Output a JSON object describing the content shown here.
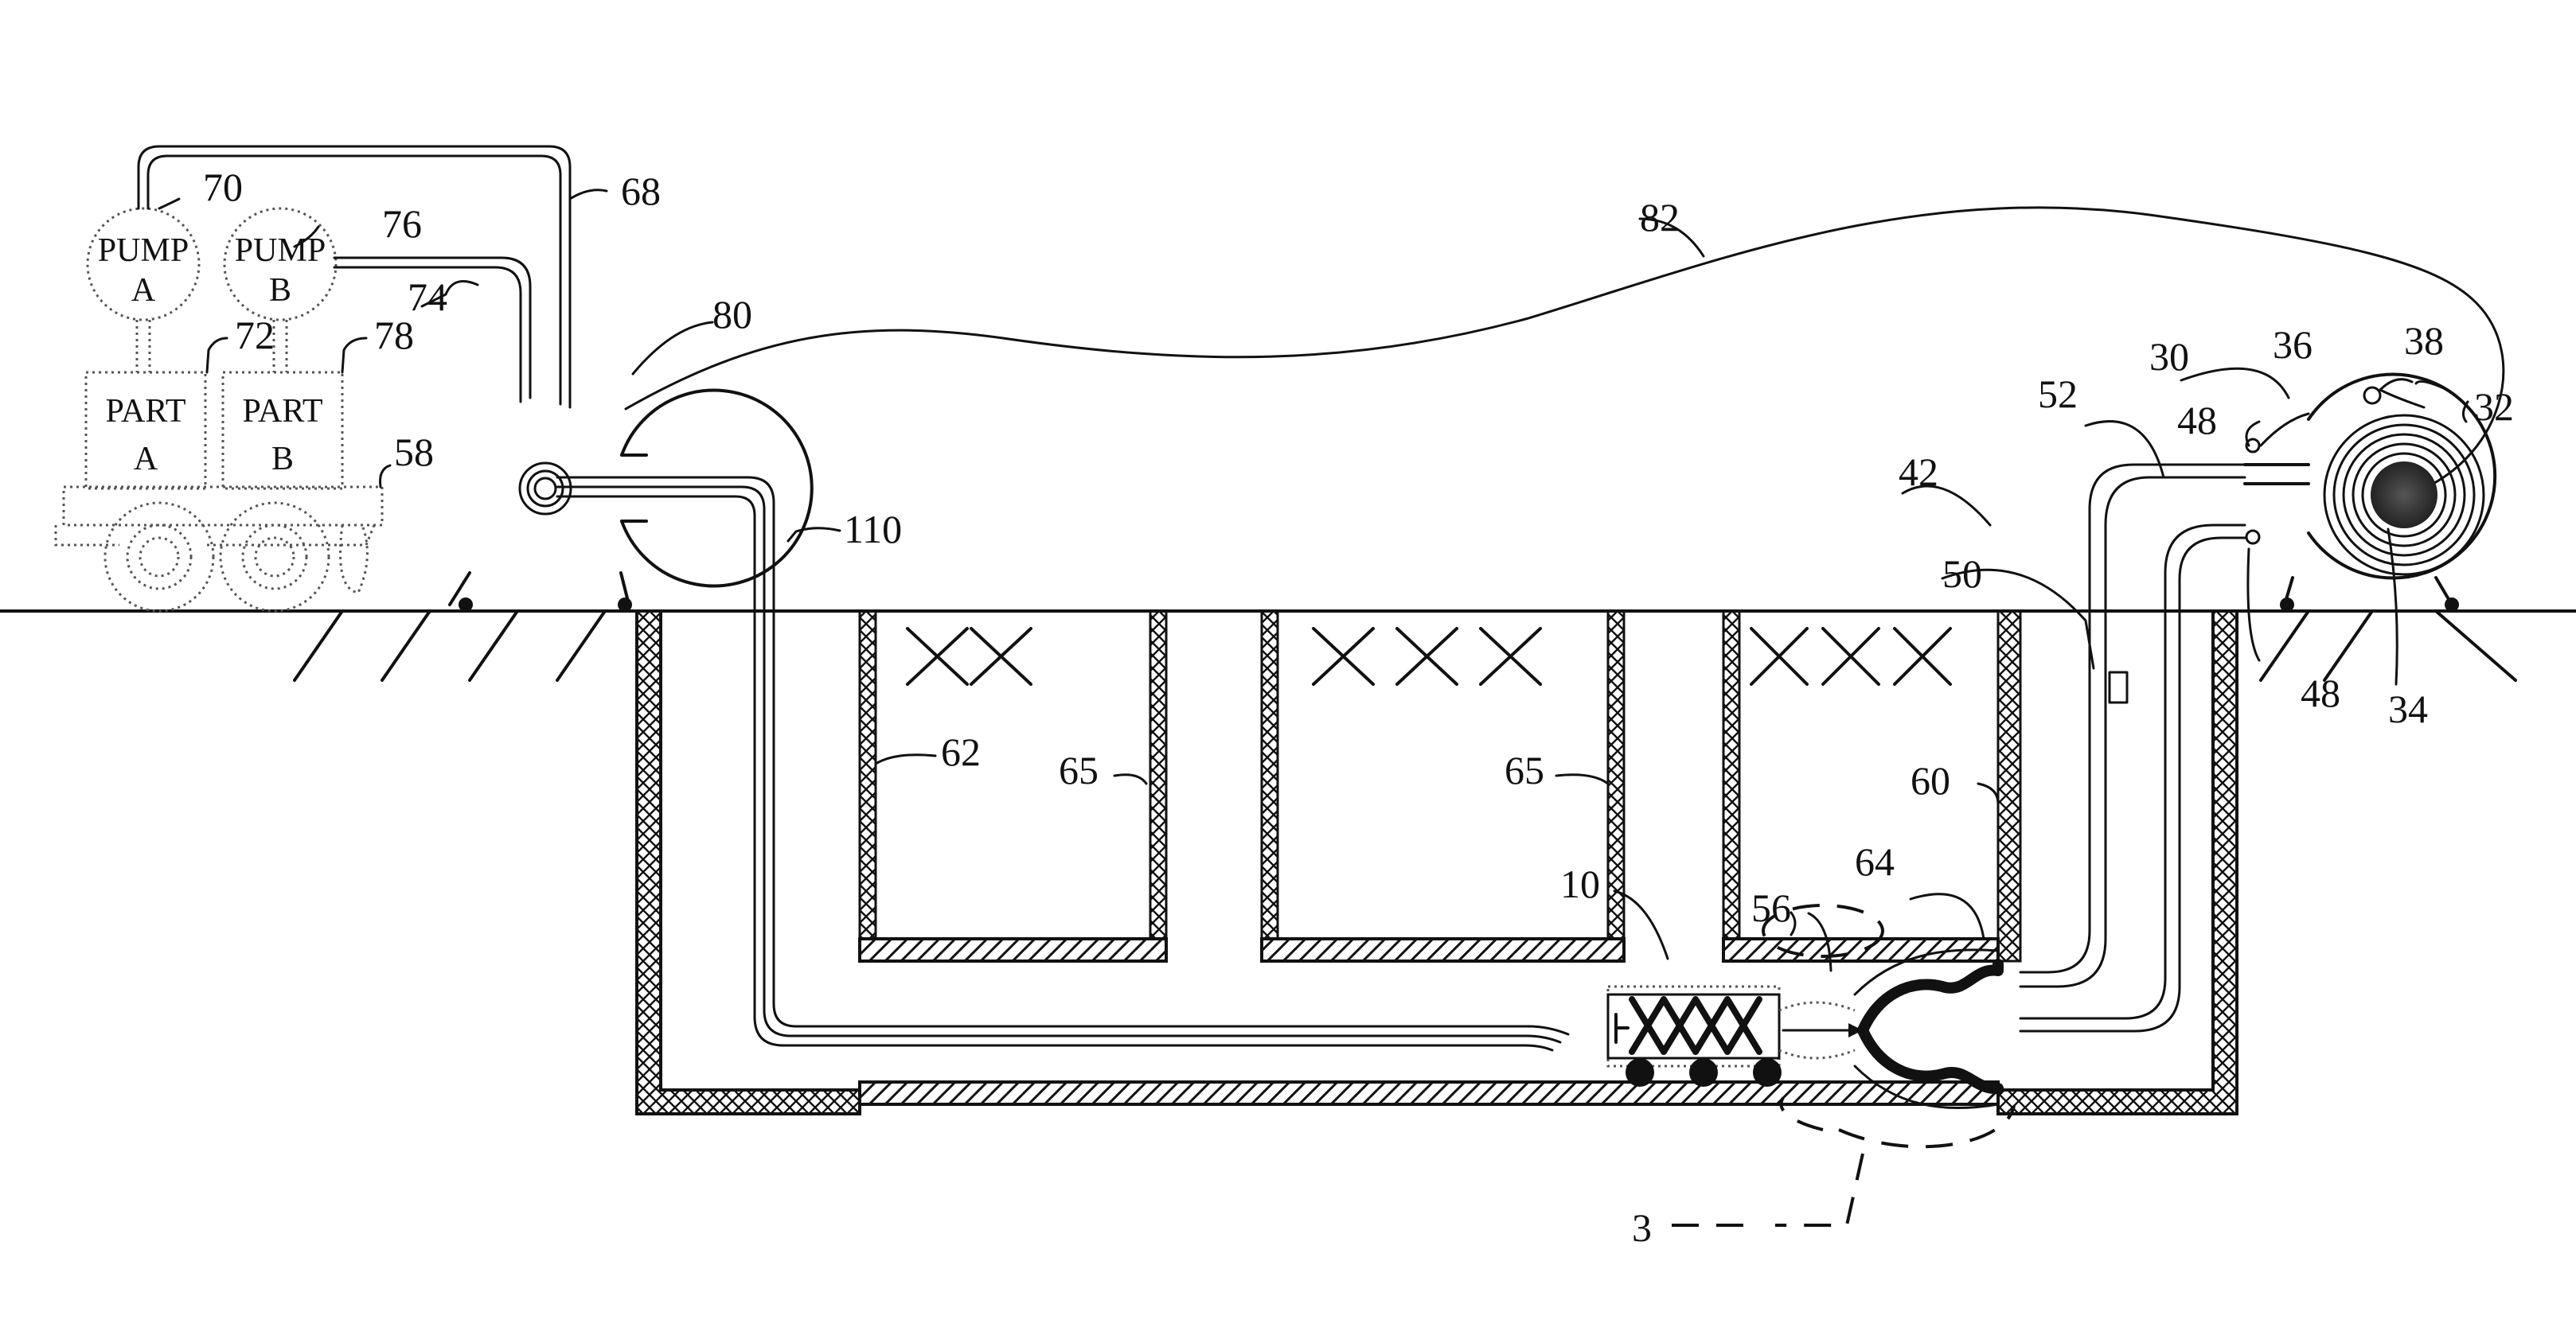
{
  "colors": {
    "ink": "#111111",
    "background": "#ffffff"
  },
  "boxes": {
    "pump_a": [
      "PUMP",
      "A"
    ],
    "pump_b": [
      "PUMP",
      "B"
    ],
    "part_a": [
      "PART",
      "A"
    ],
    "part_b": [
      "PART",
      "B"
    ]
  },
  "refs": {
    "r3": "3",
    "r10": "10",
    "r30": "30",
    "r32": "32",
    "r34": "34",
    "r36": "36",
    "r38": "38",
    "r42": "42",
    "r48a": "48",
    "r48b": "48",
    "r50": "50",
    "r52": "52",
    "r56": "56",
    "r58": "58",
    "r60": "60",
    "r62": "62",
    "r64": "64",
    "r65a": "65",
    "r65b": "65",
    "r68": "68",
    "r70": "70",
    "r72": "72",
    "r74": "74",
    "r76": "76",
    "r78": "78",
    "r80": "80",
    "r82": "82",
    "r110": "110"
  }
}
